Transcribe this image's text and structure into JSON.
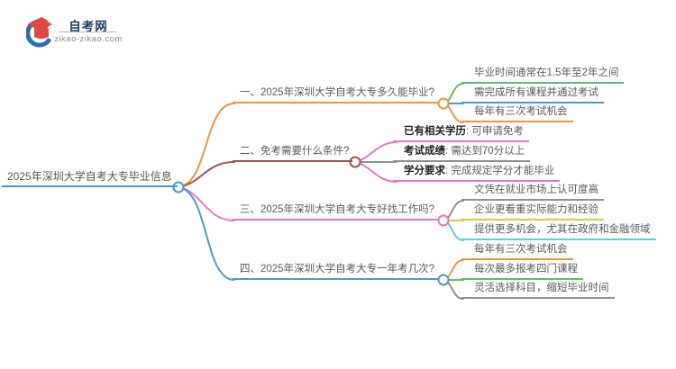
{
  "logo": {
    "title": "自考网",
    "domain": "zikao-zikao.com",
    "icon": "graduation-cap-icon",
    "blue": "#2a6db8",
    "red": "#e14744",
    "title_color": "#1c3c64"
  },
  "ui": {
    "colon": ": "
  },
  "colors": {
    "background": "#ffffff",
    "text": "#5a5a5a",
    "bold_label": "#1f1f1f"
  },
  "root": {
    "label": "2025年深圳大学自考大专毕业信息",
    "color": "#4f96d4"
  },
  "branches": [
    {
      "label": "一、2025年深圳大学自考大专多久能毕业?",
      "color": "#ef943d",
      "children": [
        {
          "text": "毕业时间通常在1.5年至2年之间",
          "color": "#62ba62"
        },
        {
          "text": "需完成所有课程并通过考试",
          "color": "#4f96d4"
        },
        {
          "text": "每年有三次考试机会",
          "color": "#ef943d"
        }
      ]
    },
    {
      "label": "二、免考需要什么条件?",
      "color": "#96594d",
      "children": [
        {
          "label": "已有相关学历",
          "text": "可申请免考",
          "color": "#e877bf"
        },
        {
          "label": "考试成绩",
          "text": "需达到70分以上",
          "color": "#8f8f8f"
        },
        {
          "label": "学分要求",
          "text": "完成规定学分才能毕业",
          "color": "#e877bf"
        }
      ]
    },
    {
      "label": "三、2025年深圳大学自考大专好找工作吗?",
      "color": "#e877bf",
      "children": [
        {
          "text": "文凭在就业市场上认可度高",
          "color": "#8f8f8f"
        },
        {
          "text": "企业更看重实际能力和经验",
          "color": "#dcc942"
        },
        {
          "text": "提供更多机会，尤其在政府和金融领域",
          "color": "#67c9de"
        }
      ]
    },
    {
      "label": "四、2025年深圳大学自考大专一年考几次?",
      "color": "#4f96d4",
      "children": [
        {
          "text": "每年有三次考试机会",
          "color": "#ef943d"
        },
        {
          "text": "每次最多报考四门课程",
          "color": "#62ba62"
        },
        {
          "text": "灵活选择科目，缩短毕业时间",
          "color": "#8f8f8f"
        }
      ]
    }
  ]
}
